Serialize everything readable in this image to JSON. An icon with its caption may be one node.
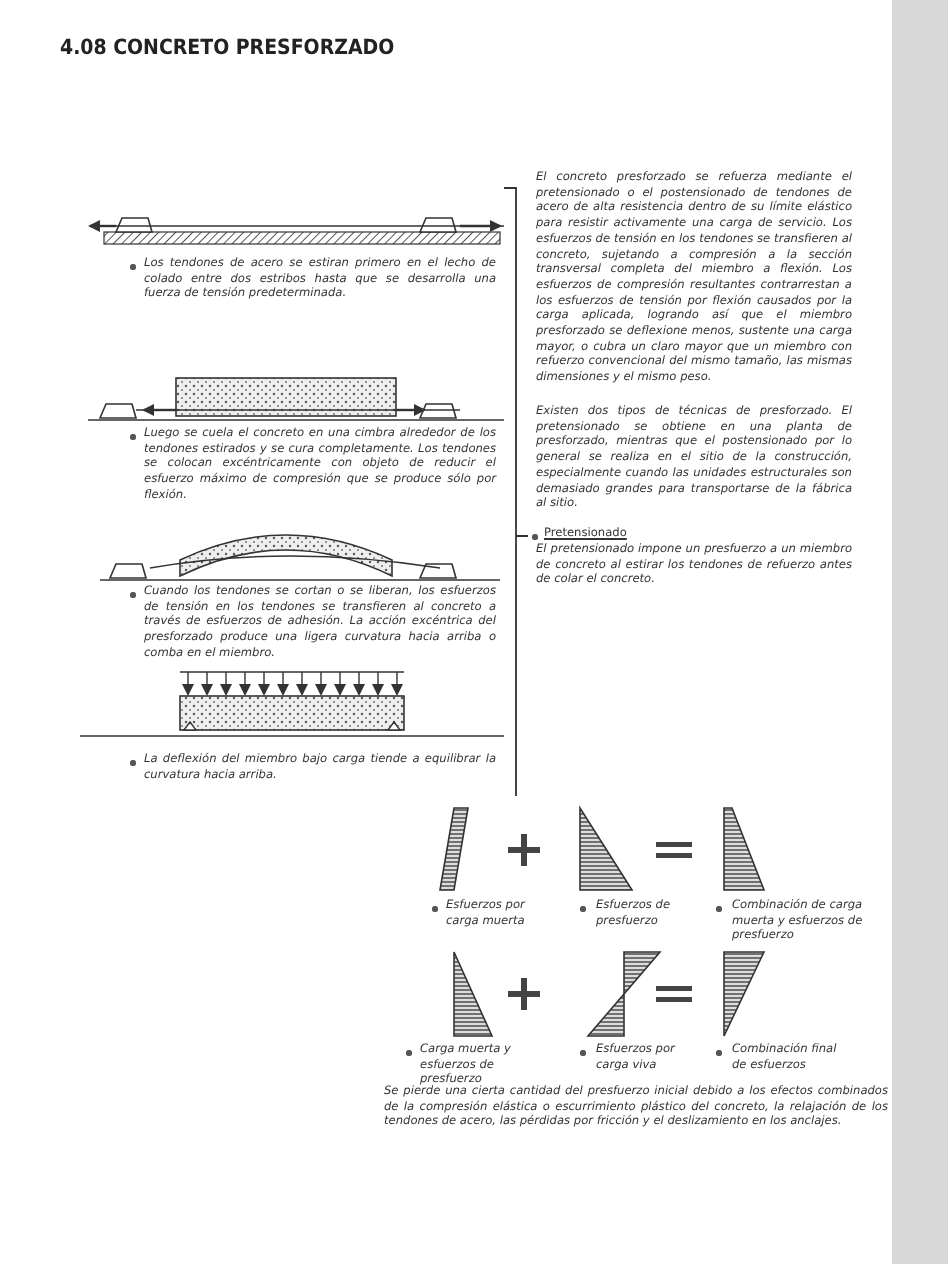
{
  "diagram": {
    "title": "4.08 CONCRETO PRESFORZADO",
    "labels": [
      "Los tendones de acero se estiran primero en el lecho de colado entre dos estribos hasta que se desarrolla una fuerza de tensión predeterminada.",
      "Luego se cuela el concreto en una cimbra alrededor de los tendones estirados y se cura completamente. Los tendones se colocan excéntricamente con objeto de reducir el esfuerzo máximo de compresión que se produce sólo por flexión.",
      "Cuando los tendones se cortan o se liberan, los esfuerzos de tensión en los tendones se transfieren al concreto a través de esfuerzos de adhesión. La acción excéntrica del presforzado produce una ligera curvatura hacia arriba o comba en el miembro.",
      "La deflexión del miembro bajo carga tiende a equilibrar la curvatura hacia arriba.",
      "El concreto presforzado se refuerza mediante el pretensionado o el postensionado de tendones de acero de alta resistencia dentro de su límite elástico para resistir activamente una carga de servicio. Los esfuerzos de tensión en los tendones se transfieren al concreto, sujetando a compresión a la sección transversal completa del miembro a flexión. Los esfuerzos de compresión resultantes contrarrestan a los esfuerzos de tensión por flexión causados por la carga aplicada, logrando así que el miembro presforzado se deflexione menos, sustente una carga mayor, o cubra un claro mayor que un miembro con refuerzo convencional del mismo tamaño, las mismas dimensiones y el mismo peso.",
      "Existen dos tipos de técnicas de presforzado. El pretensionado se obtiene en una planta de presforzado, mientras que el postensionado por lo general se realiza en el sitio de la construcción, especialmente cuando las unidades estructurales son demasiado grandes para transportarse de la fábrica al sitio.",
      "Pretensionado",
      "El pretensionado impone un presfuerzo a un miembro de concreto al estirar los tendones de refuerzo antes de colar el concreto.",
      "Esfuerzos por carga muerta",
      "Esfuerzos de presfuerzo",
      "Combinación de carga muerta y esfuerzos de presfuerzo",
      "Carga muerta y esfuerzos de presfuerzo",
      "Esfuerzos por carga viva",
      "Combinación final de esfuerzos",
      "Se pierde una cierta cantidad del presfuerzo inicial debido a los efectos combinados de la compresión elástica o escurrimiento plástico del concreto, la relajación de los tendones de acero, las pérdidas por fricción y el deslizamiento en los anclajes."
    ]
  }
}
